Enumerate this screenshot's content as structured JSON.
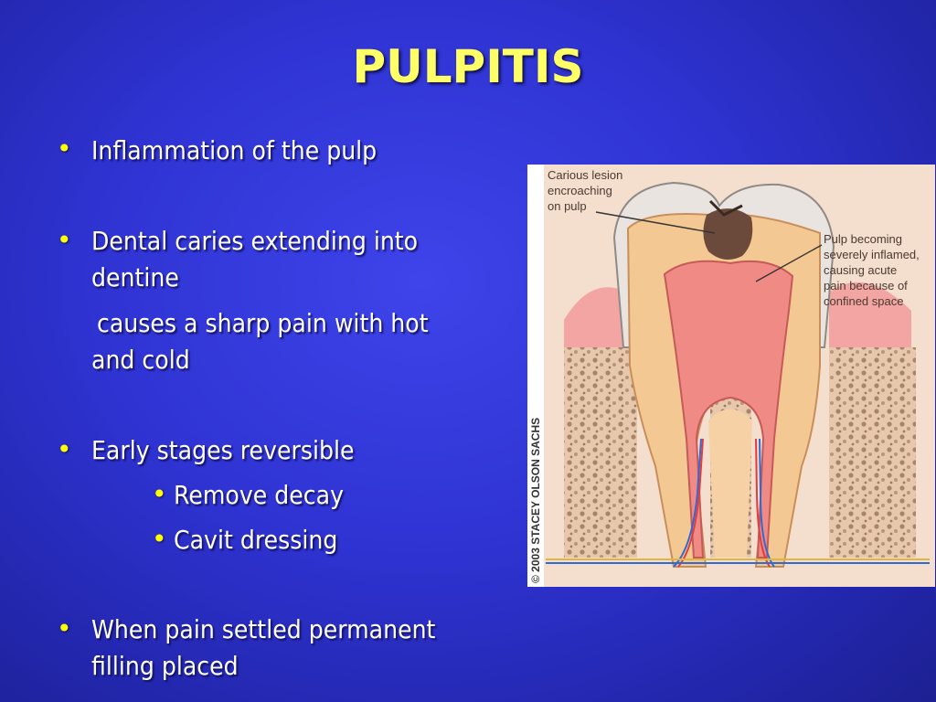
{
  "slide": {
    "title": "PULPITIS",
    "bullet_glyph": "•",
    "bullets": [
      {
        "text": "Inflammation of the pulp"
      },
      {
        "text": "Dental caries extending into",
        "text_cont": "dentine"
      },
      {
        "text": "causes a sharp pain with hot",
        "text_cont": "and cold"
      },
      {
        "text": "Early stages reversible"
      },
      {
        "text": "Remove decay"
      },
      {
        "text": "Cavit dressing"
      },
      {
        "text": "When pain settled permanent",
        "text_cont": "filling placed"
      }
    ],
    "colors": {
      "background": "#3036d4",
      "title": "#ffff66",
      "bullet": "#ffff00",
      "text": "#ffffff"
    }
  },
  "figure": {
    "label_carious": [
      "Carious lesion",
      "encroaching",
      "on pulp"
    ],
    "label_pulp": [
      "Pulp becoming",
      "severely inflamed,",
      "causing acute",
      "pain because of",
      "confined space"
    ],
    "credit": "© 2003 STACEY OLSON SACHS"
  }
}
